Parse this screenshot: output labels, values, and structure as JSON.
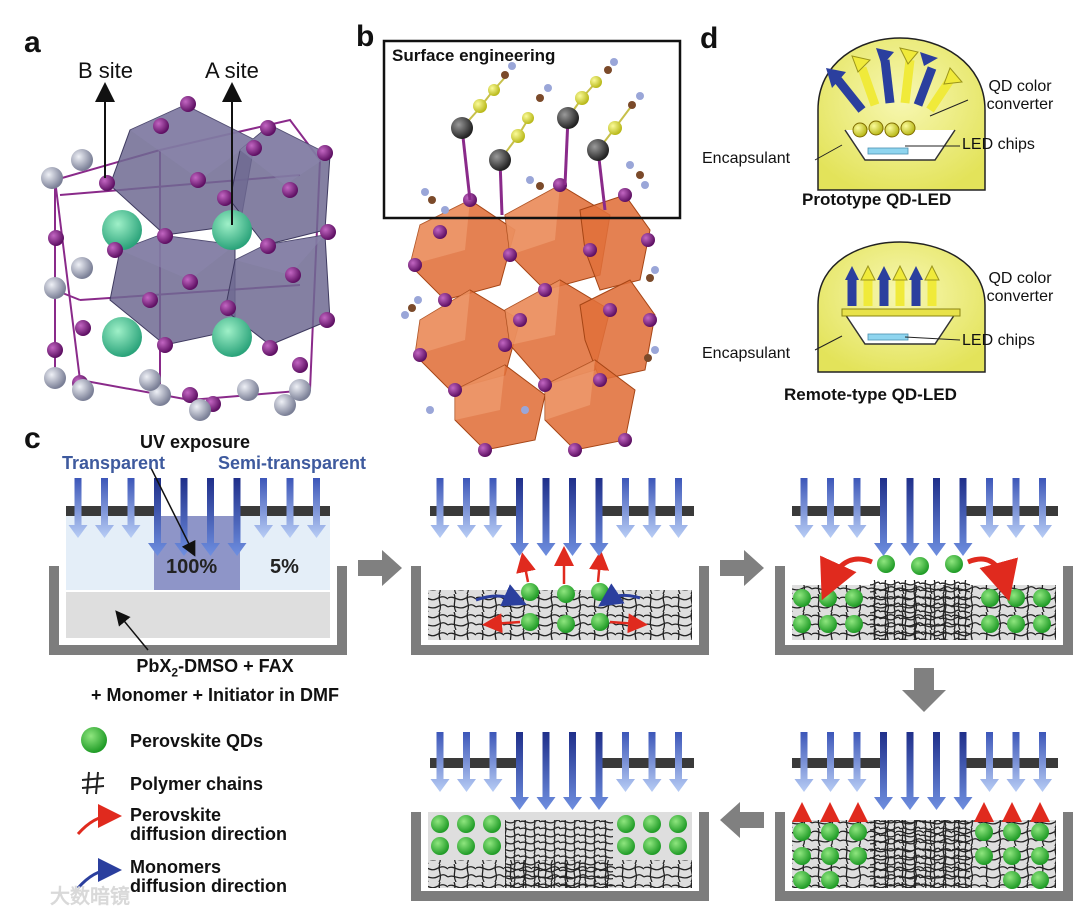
{
  "panels": {
    "a": "a",
    "b": "b",
    "c": "c",
    "d": "d"
  },
  "panel_a": {
    "b_site": "B site",
    "a_site": "A site"
  },
  "panel_b": {
    "title": "Surface engineering"
  },
  "panel_d": {
    "top": {
      "qd_label_line1": "QD color",
      "qd_label_line2": "converter",
      "led_chips": "LED chips",
      "encapsulant": "Encapsulant",
      "caption": "Prototype QD-LED"
    },
    "bottom": {
      "qd_label_line1": "QD color",
      "qd_label_line2": "converter",
      "led_chips": "LED chips",
      "encapsulant": "Encapsulant",
      "caption": "Remote-type QD-LED"
    }
  },
  "panel_c": {
    "uv_exposure": "UV exposure",
    "transparent": "Transparent",
    "semi_transparent": "Semi-transparent",
    "pct_100": "100%",
    "pct_5": "5%",
    "solution_line1_pre": "PbX",
    "solution_line1_sub": "2",
    "solution_line1_post": "-DMSO + FAX",
    "solution_line2": "+ Monomer + Initiator in DMF",
    "legend": {
      "qds": "Perovskite QDs",
      "polymer": "Polymer chains",
      "perov_diff_line1": "Perovskite",
      "perov_diff_line2": "diffusion direction",
      "mono_diff_line1": "Monomers",
      "mono_diff_line2": "diffusion direction"
    }
  },
  "watermark": "大数暗镜",
  "colors": {
    "octahedron_purple": "#6f6a92",
    "octahedron_orange": "#e0703a",
    "qd_green": "#2fc43a",
    "arrow_blue": "#2b3f9e",
    "arrow_red": "#e02a1e",
    "led_yellow": "#f1f08a",
    "mask_dark": "#3a3a3a",
    "tray_gray": "#7d7d7d"
  }
}
